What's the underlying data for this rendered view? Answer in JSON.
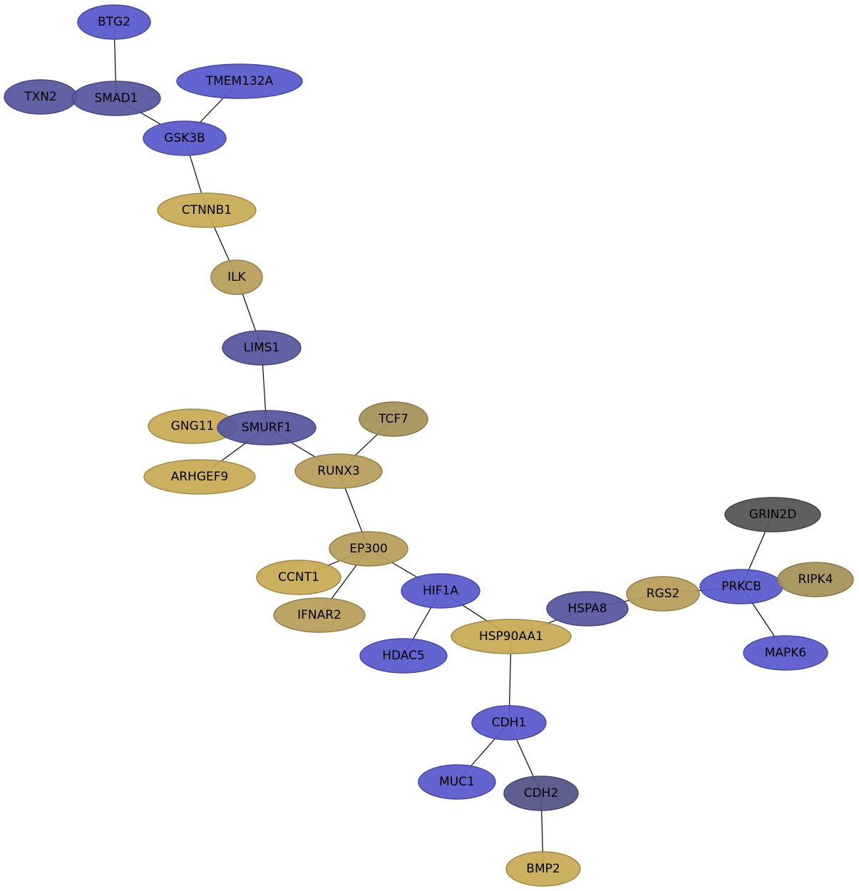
{
  "colors": {
    "blue": "#5a5acd",
    "dark_blue": "#5757a0",
    "slate": "#555588",
    "gold": "#c8ab55",
    "tan": "#b89f5a",
    "khaki": "#a6935a",
    "gray": "#555555"
  },
  "nodes": [
    {
      "id": "BTG2",
      "label": "BTG2",
      "color": "blue"
    },
    {
      "id": "TXN2",
      "label": "TXN2",
      "color": "dark_blue"
    },
    {
      "id": "SMAD1",
      "label": "SMAD1",
      "color": "dark_blue"
    },
    {
      "id": "TMEM132A",
      "label": "TMEM132A",
      "color": "blue"
    },
    {
      "id": "GSK3B",
      "label": "GSK3B",
      "color": "blue"
    },
    {
      "id": "CTNNB1",
      "label": "CTNNB1",
      "color": "gold"
    },
    {
      "id": "ILK",
      "label": "ILK",
      "color": "tan"
    },
    {
      "id": "LIMS1",
      "label": "LIMS1",
      "color": "dark_blue"
    },
    {
      "id": "GNG11",
      "label": "GNG11",
      "color": "gold"
    },
    {
      "id": "SMURF1",
      "label": "SMURF1",
      "color": "dark_blue"
    },
    {
      "id": "ARHGEF9",
      "label": "ARHGEF9",
      "color": "gold"
    },
    {
      "id": "TCF7",
      "label": "TCF7",
      "color": "khaki"
    },
    {
      "id": "RUNX3",
      "label": "RUNX3",
      "color": "tan"
    },
    {
      "id": "EP300",
      "label": "EP300",
      "color": "tan"
    },
    {
      "id": "CCNT1",
      "label": "CCNT1",
      "color": "gold"
    },
    {
      "id": "IFNAR2",
      "label": "IFNAR2",
      "color": "tan"
    },
    {
      "id": "HIF1A",
      "label": "HIF1A",
      "color": "blue"
    },
    {
      "id": "HDAC5",
      "label": "HDAC5",
      "color": "blue"
    },
    {
      "id": "HSP90AA1",
      "label": "HSP90AA1",
      "color": "gold"
    },
    {
      "id": "HSPA8",
      "label": "HSPA8",
      "color": "dark_blue"
    },
    {
      "id": "RGS2",
      "label": "RGS2",
      "color": "tan"
    },
    {
      "id": "GRIN2D",
      "label": "GRIN2D",
      "color": "gray"
    },
    {
      "id": "PRKCB",
      "label": "PRKCB",
      "color": "blue"
    },
    {
      "id": "RIPK4",
      "label": "RIPK4",
      "color": "khaki"
    },
    {
      "id": "MAPK6",
      "label": "MAPK6",
      "color": "blue"
    },
    {
      "id": "CDH1",
      "label": "CDH1",
      "color": "blue"
    },
    {
      "id": "MUC1",
      "label": "MUC1",
      "color": "blue"
    },
    {
      "id": "CDH2",
      "label": "CDH2",
      "color": "slate"
    },
    {
      "id": "BMP2",
      "label": "BMP2",
      "color": "gold"
    }
  ],
  "edges": [
    [
      "BTG2",
      "SMAD1"
    ],
    [
      "SMAD1",
      "GSK3B"
    ],
    [
      "TMEM132A",
      "GSK3B"
    ],
    [
      "GSK3B",
      "CTNNB1"
    ],
    [
      "CTNNB1",
      "ILK"
    ],
    [
      "ILK",
      "LIMS1"
    ],
    [
      "LIMS1",
      "SMURF1"
    ],
    [
      "SMURF1",
      "ARHGEF9"
    ],
    [
      "SMURF1",
      "RUNX3"
    ],
    [
      "TCF7",
      "RUNX3"
    ],
    [
      "RUNX3",
      "EP300"
    ],
    [
      "EP300",
      "CCNT1"
    ],
    [
      "EP300",
      "IFNAR2"
    ],
    [
      "EP300",
      "HIF1A"
    ],
    [
      "HIF1A",
      "HDAC5"
    ],
    [
      "HIF1A",
      "HSP90AA1"
    ],
    [
      "HSP90AA1",
      "HSPA8"
    ],
    [
      "HSPA8",
      "RGS2"
    ],
    [
      "RGS2",
      "PRKCB"
    ],
    [
      "GRIN2D",
      "PRKCB"
    ],
    [
      "PRKCB",
      "MAPK6"
    ],
    [
      "HSP90AA1",
      "CDH1"
    ],
    [
      "CDH1",
      "MUC1"
    ],
    [
      "CDH1",
      "CDH2"
    ],
    [
      "CDH2",
      "BMP2"
    ]
  ]
}
